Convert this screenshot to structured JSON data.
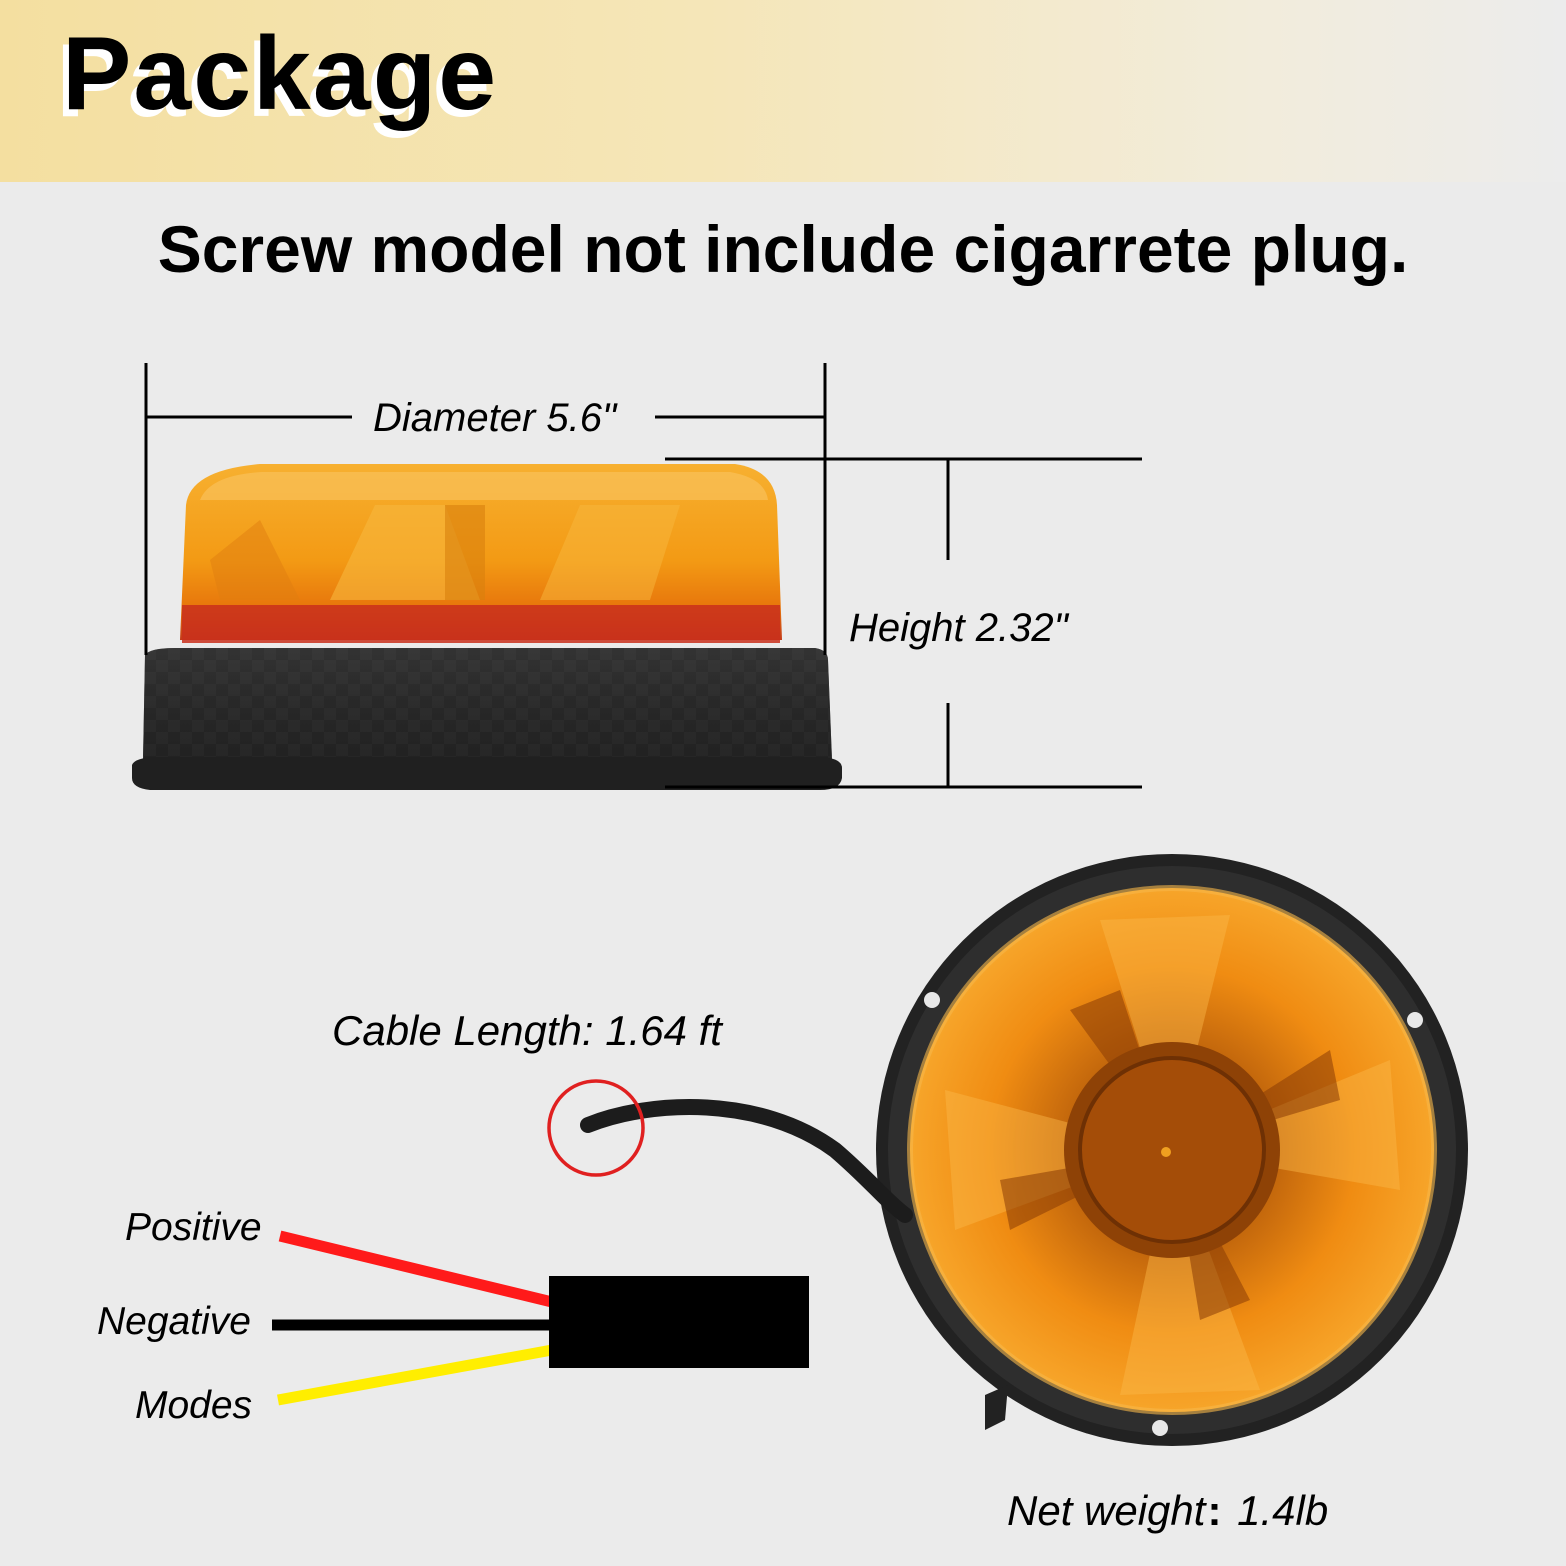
{
  "header": {
    "title": "Package"
  },
  "subtitle": "Screw model not include cigarrete plug.",
  "dimensions": {
    "diameter_label": "Diameter 5.6\"",
    "height_label": "Height 2.32\""
  },
  "cable": {
    "length_label": "Cable Length: 1.64 ft"
  },
  "wires": {
    "positive": {
      "label": "Positive",
      "color": "#ff1a1a"
    },
    "negative": {
      "label": "Negative",
      "color": "#000000"
    },
    "modes": {
      "label": "Modes",
      "color": "#ffee00"
    }
  },
  "weight": {
    "label": "Net weight",
    "value": "1.4lb"
  },
  "colors": {
    "lens_amber": "#f39a14",
    "base_dark": "#2b2b2b",
    "highlight_circle": "#e02020",
    "header_gradient_start": "#f4dfa0"
  }
}
